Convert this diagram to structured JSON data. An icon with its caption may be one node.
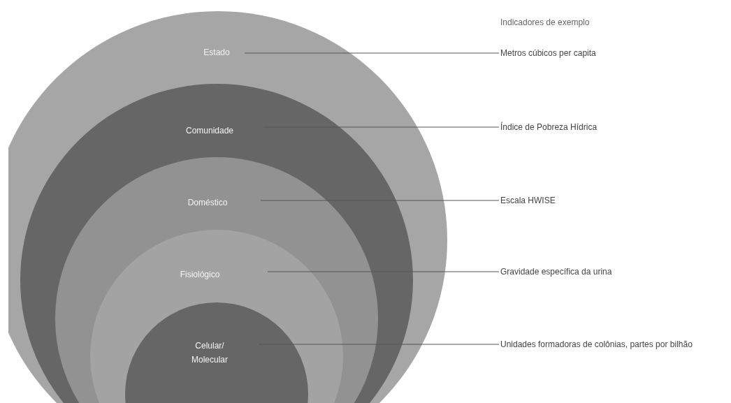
{
  "diagram": {
    "nodes": [
      {
        "text": [
          "Estado"
        ]
      },
      {
        "text": [
          "Comunidade"
        ],
        "in": 0
      },
      {
        "text": [
          "Doméstico"
        ],
        "in": 1
      },
      {
        "text": [
          "Fisiológico"
        ],
        "in": 2
      },
      {
        "text": [
          "Celular/ Molecular"
        ],
        "in": 3
      },
      {
        "text": [
          "Metros cúbicos per capita"
        ]
      },
      {
        "text": [
          "Índice de Pobreza Hídrica"
        ]
      },
      {
        "text": [
          "Escala HWISE"
        ]
      },
      {
        "text": [
          "Gravidade específica da urina"
        ]
      },
      {
        "text": [
          "Unidades formadoras de colônias, partes por bilhão"
        ]
      }
    ],
    "edges": [
      {
        "from": 0,
        "to": 5,
        "arrow": "none"
      },
      {
        "from": 1,
        "to": 6,
        "arrow": "none"
      },
      {
        "from": 2,
        "to": 7,
        "arrow": "none"
      },
      {
        "from": 3,
        "to": 8,
        "arrow": "none"
      },
      {
        "from": 4,
        "to": 9,
        "arrow": "none"
      }
    ],
    "labels": [
      "Indicadores de exemplo"
    ]
  }
}
